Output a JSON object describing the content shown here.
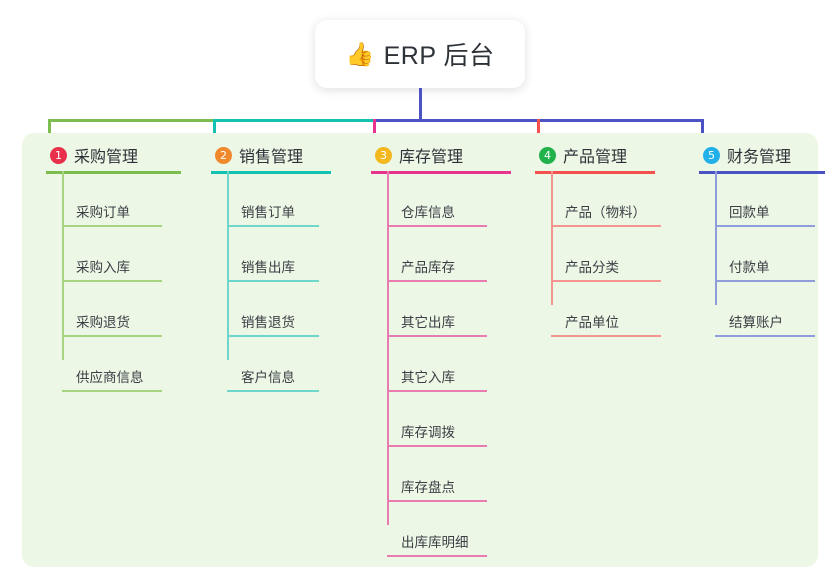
{
  "root": {
    "emoji": "👍",
    "icon_name": "thumbs-up-icon",
    "label": "ERP 后台"
  },
  "colors": {
    "canvas_background": "#ffffff",
    "panel_background": "#ecf7e6",
    "root_background": "#ffffff",
    "text": "#2d3238",
    "leaf_text": "#3a3f45",
    "stem": "#4a52c4"
  },
  "connector": {
    "segments": [
      {
        "name": "segment-green",
        "color": "#7dbc4e"
      },
      {
        "name": "segment-teal",
        "color": "#14c2b2"
      },
      {
        "name": "segment-blue",
        "color": "#4a52c4"
      }
    ]
  },
  "columns": [
    {
      "index": "1",
      "title": "采购管理",
      "badge_color": "#e8304a",
      "line_color": "#7dbc4e",
      "leaf_line_color": "#a6d47f",
      "items": [
        "采购订单",
        "采购入库",
        "采购退货",
        "供应商信息"
      ]
    },
    {
      "index": "2",
      "title": "销售管理",
      "badge_color": "#f0882c",
      "line_color": "#14c2b2",
      "leaf_line_color": "#6fd6cb",
      "items": [
        "销售订单",
        "销售出库",
        "销售退货",
        "客户信息"
      ]
    },
    {
      "index": "3",
      "title": "库存管理",
      "badge_color": "#f2b81e",
      "line_color": "#e8338f",
      "leaf_line_color": "#e87bb0",
      "items": [
        "仓库信息",
        "产品库存",
        "其它出库",
        "其它入库",
        "库存调拨",
        "库存盘点",
        "出库库明细"
      ]
    },
    {
      "index": "4",
      "title": "产品管理",
      "badge_color": "#22b24c",
      "line_color": "#f4514e",
      "leaf_line_color": "#f59490",
      "items": [
        "产品（物料）",
        "产品分类",
        "产品单位"
      ]
    },
    {
      "index": "5",
      "title": "财务管理",
      "badge_color": "#21b0e8",
      "line_color": "#4a52c4",
      "leaf_line_color": "#8f9ddb",
      "items": [
        "回款单",
        "付款单",
        "结算账户"
      ]
    }
  ]
}
